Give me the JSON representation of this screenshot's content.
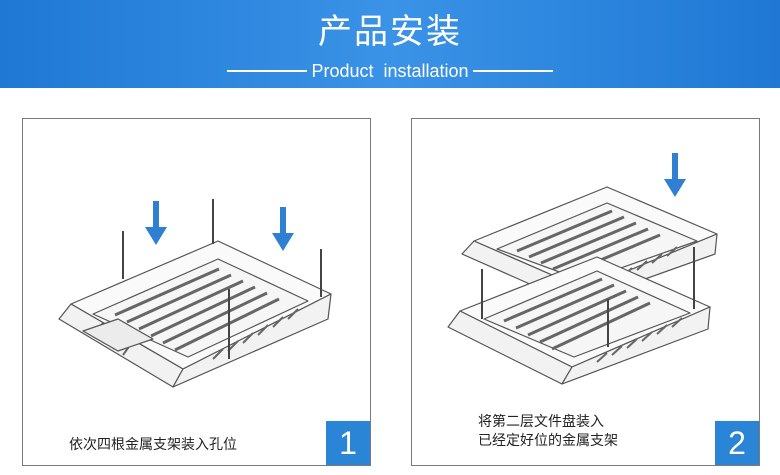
{
  "header": {
    "title": "产品安装",
    "subtitle": "Product  installation"
  },
  "steps": [
    {
      "number": "1",
      "caption_lines": [
        "依次四根金属支架装入孔位"
      ]
    },
    {
      "number": "2",
      "caption_lines": [
        "将第二层文件盘装入",
        "已经定好位的金属支架"
      ]
    }
  ],
  "colors": {
    "banner": "#2a86dd",
    "badge": "#2b85d6",
    "arrow": "#2f7fd3",
    "line_art": "#555555"
  },
  "icons": [
    "down-arrow-icon"
  ]
}
